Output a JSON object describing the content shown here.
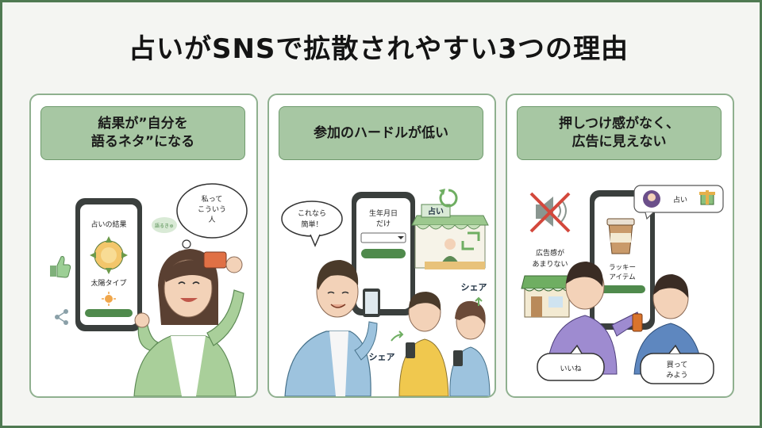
{
  "title": "占いがSNSで拡散されやすい3つの理由",
  "panels": [
    {
      "header_line1": "結果が”自分を",
      "header_line2": "語るネタ”になる",
      "phone_title": "占いの結果",
      "phone_result": "太陽タイプ",
      "bubble_line1": "私って",
      "bubble_line2": "こういう",
      "bubble_line3": "人",
      "small_bubble": "語るきゅ",
      "icons": [
        "thumbs-up-icon",
        "share-icon",
        "sun-icon"
      ]
    },
    {
      "header_line1": "参加のハードルが低い",
      "speech_line1": "これなら",
      "speech_line2": "簡単！",
      "phone_title_line1": "生年月日",
      "phone_title_line2": "だけ",
      "booth_sign": "占い",
      "share_label_right": "シェア",
      "share_label_left": "シェア",
      "icons": [
        "refresh-icon",
        "retweet-icon"
      ]
    },
    {
      "header_line1": "押しつけ感がなく、",
      "header_line2": "広告に見えない",
      "muted_caption_line1": "広告感が",
      "muted_caption_line2": "あまりない",
      "phone_item_line1": "ラッキー",
      "phone_item_line2": "アイテム",
      "notify_label": "占い",
      "bubble_left": "いいね",
      "bubble_right_line1": "買って",
      "bubble_right_line2": "みよう",
      "icons": [
        "muted-speaker-icon",
        "gift-icon",
        "coffee-cup-icon",
        "shop-icon"
      ]
    }
  ],
  "colors": {
    "frame": "#4f7a52",
    "header_bg": "#a7c7a3",
    "accent_green": "#4f8a4c",
    "phone_dark": "#3a3f3d"
  }
}
